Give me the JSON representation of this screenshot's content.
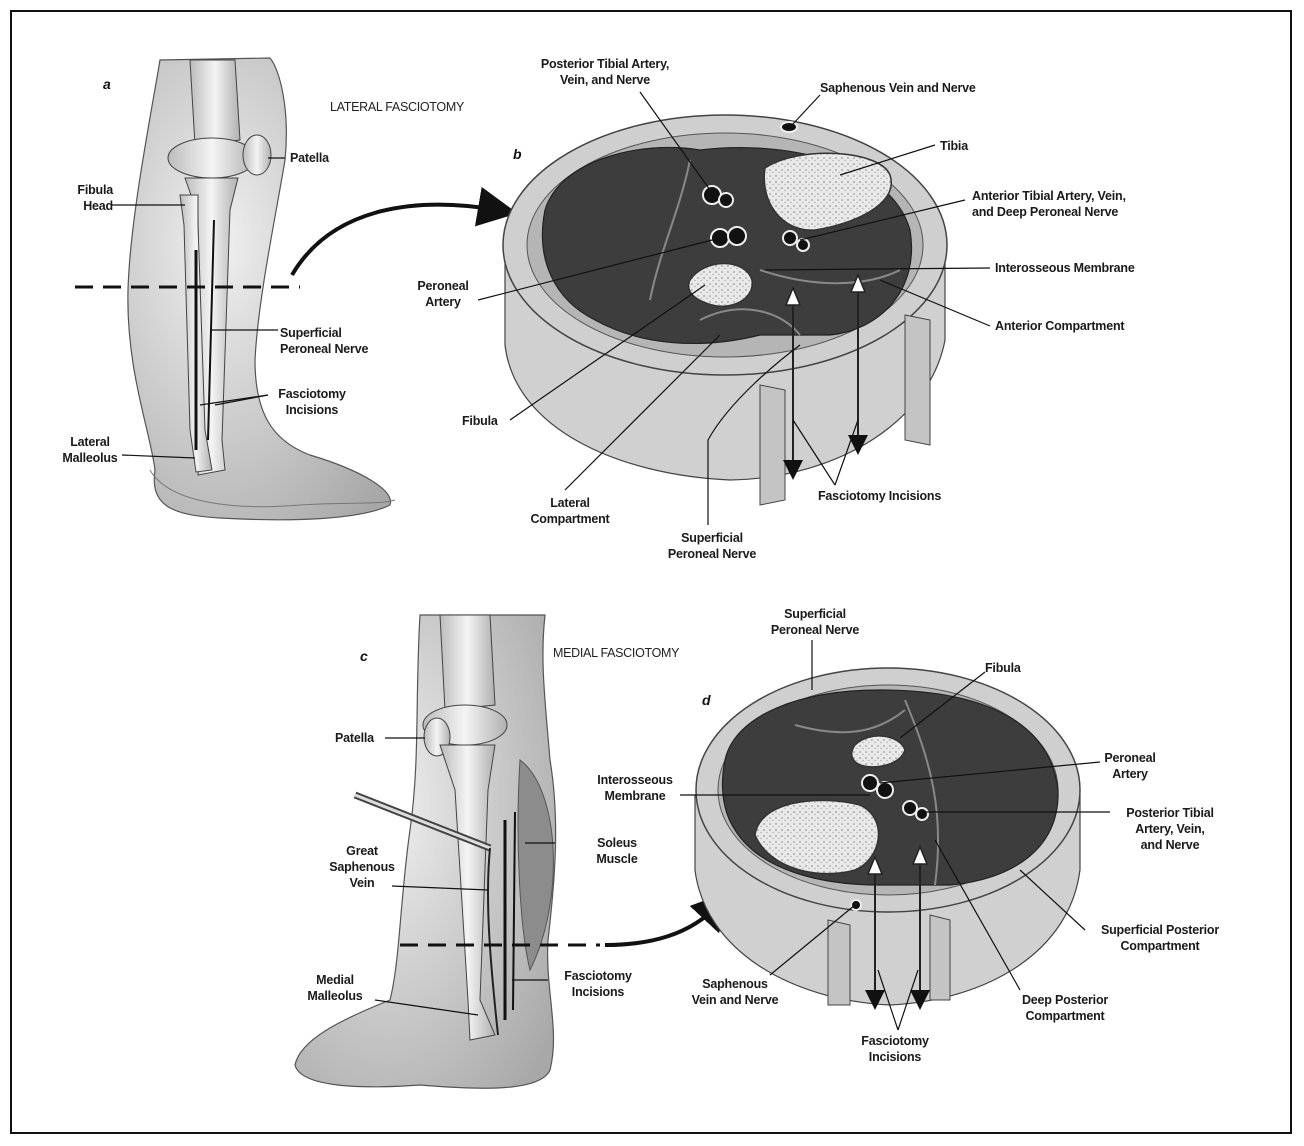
{
  "panels": {
    "a": "a",
    "b": "b",
    "c": "c",
    "d": "d"
  },
  "headings": {
    "lateral": "LATERAL FASCIOTOMY",
    "medial": "MEDIAL FASCIOTOMY"
  },
  "labels_a": {
    "patella": "Patella",
    "fibula_head": "Fibula\nHead",
    "superficial_peroneal_nerve": "Superficial\nPeroneal Nerve",
    "fasciotomy_incisions": "Fasciotomy\nIncisions",
    "lateral_malleolus": "Lateral\nMalleolus"
  },
  "labels_b": {
    "posterior_tibial": "Posterior Tibial Artery,\nVein, and Nerve",
    "saphenous": "Saphenous Vein and Nerve",
    "tibia": "Tibia",
    "anterior_tibial": "Anterior Tibial Artery, Vein,\nand Deep Peroneal Nerve",
    "interosseous": "Interosseous Membrane",
    "anterior_compartment": "Anterior Compartment",
    "peroneal_artery": "Peroneal\nArtery",
    "fibula": "Fibula",
    "lateral_compartment": "Lateral\nCompartment",
    "superficial_peroneal_nerve": "Superficial\nPeroneal Nerve",
    "fasciotomy_incisions": "Fasciotomy Incisions"
  },
  "labels_c": {
    "patella": "Patella",
    "great_saphenous": "Great\nSaphenous\nVein",
    "soleus": "Soleus\nMuscle",
    "medial_malleolus": "Medial\nMalleolus",
    "fasciotomy_incisions": "Fasciotomy\nIncisions"
  },
  "labels_d": {
    "superficial_peroneal_nerve": "Superficial\nPeroneal Nerve",
    "fibula": "Fibula",
    "peroneal_artery": "Peroneal\nArtery",
    "interosseous": "Interosseous\nMembrane",
    "posterior_tibial": "Posterior Tibial\nArtery, Vein,\nand Nerve",
    "superficial_posterior": "Superficial Posterior\nCompartment",
    "saphenous": "Saphenous\nVein and Nerve",
    "deep_posterior": "Deep Posterior\nCompartment",
    "fasciotomy_incisions": "Fasciotomy\nIncisions"
  },
  "colors": {
    "muscle": "#3d3d3d",
    "skin": "#d8d8d8",
    "fascia": "#bdbdbd",
    "bone": "#e6e6e6",
    "line": "#111111"
  }
}
